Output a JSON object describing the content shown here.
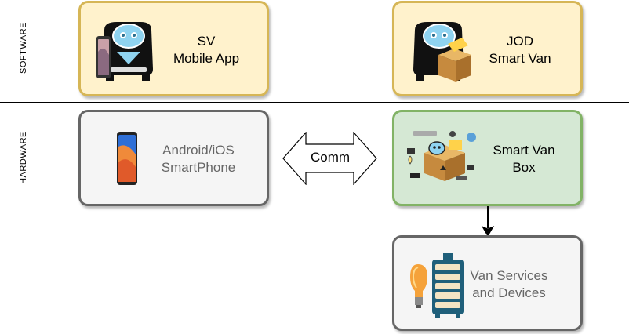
{
  "lanes": {
    "software": "SOFTWARE",
    "hardware": "HARDWARE"
  },
  "nodes": {
    "sv_app": {
      "line1": "SV",
      "line2": "Mobile App"
    },
    "jod_van": {
      "line1": "JOD",
      "line2": "Smart Van"
    },
    "smartphone": {
      "line1": "Android/iOS",
      "line2": "SmartPhone"
    },
    "van_box": {
      "line1": "Smart Van",
      "line2": "Box"
    },
    "van_services": {
      "line1": "Van Services",
      "line2": "and Devices"
    }
  },
  "connectors": {
    "comm": "Comm"
  },
  "colors": {
    "software_fill": "#fff2cc",
    "software_stroke": "#d6b656",
    "hardware_fill": "#f5f5f5",
    "hardware_stroke": "#666666",
    "box_fill": "#d5e8d4",
    "box_stroke": "#82b366"
  }
}
